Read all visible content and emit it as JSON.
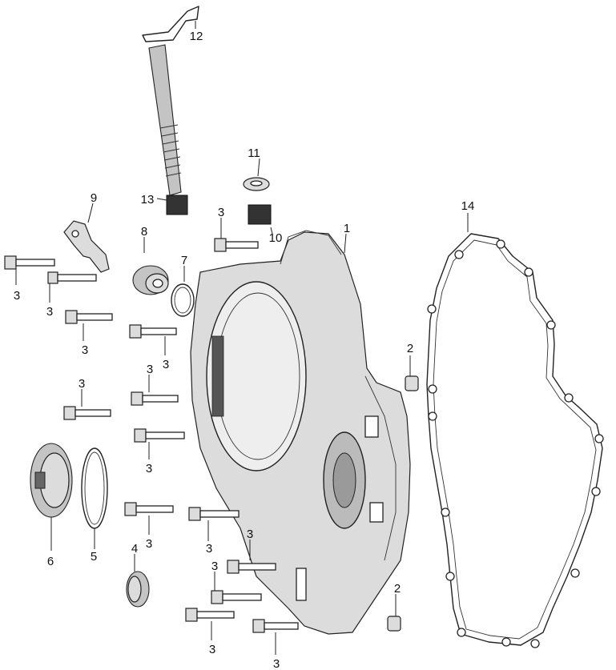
{
  "diagram": {
    "callouts": [
      {
        "id": "c1",
        "text": "1"
      },
      {
        "id": "c2a",
        "text": "2"
      },
      {
        "id": "c2b",
        "text": "2"
      },
      {
        "id": "c3a",
        "text": "3"
      },
      {
        "id": "c3b",
        "text": "3"
      },
      {
        "id": "c3c",
        "text": "3"
      },
      {
        "id": "c3d",
        "text": "3"
      },
      {
        "id": "c3e",
        "text": "3"
      },
      {
        "id": "c3f",
        "text": "3"
      },
      {
        "id": "c3g",
        "text": "3"
      },
      {
        "id": "c3h",
        "text": "3"
      },
      {
        "id": "c3i",
        "text": "3"
      },
      {
        "id": "c3j",
        "text": "3"
      },
      {
        "id": "c3k",
        "text": "3"
      },
      {
        "id": "c3l",
        "text": "3"
      },
      {
        "id": "c3m",
        "text": "3"
      },
      {
        "id": "c3n",
        "text": "3"
      },
      {
        "id": "c3o",
        "text": "3"
      },
      {
        "id": "c4",
        "text": "4"
      },
      {
        "id": "c5",
        "text": "5"
      },
      {
        "id": "c6",
        "text": "6"
      },
      {
        "id": "c7",
        "text": "7"
      },
      {
        "id": "c8",
        "text": "8"
      },
      {
        "id": "c9",
        "text": "9"
      },
      {
        "id": "c10",
        "text": "10"
      },
      {
        "id": "c11",
        "text": "11"
      },
      {
        "id": "c12",
        "text": "12"
      },
      {
        "id": "c13",
        "text": "13"
      },
      {
        "id": "c14",
        "text": "14"
      }
    ]
  }
}
